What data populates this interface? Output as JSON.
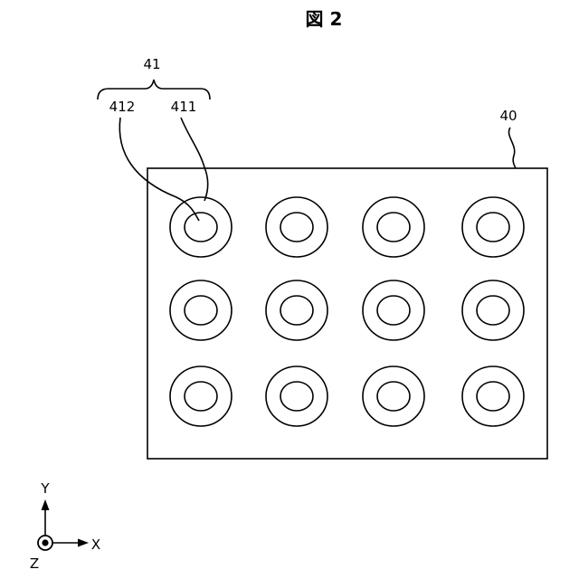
{
  "figure": {
    "title": "図 2"
  },
  "labels": {
    "element_group": "41",
    "inner_ring": "412",
    "outer_ring": "411",
    "substrate": "40"
  },
  "grid": {
    "rows": 3,
    "columns": 4
  },
  "axes": {
    "y": "Y",
    "x": "X",
    "z": "Z"
  }
}
